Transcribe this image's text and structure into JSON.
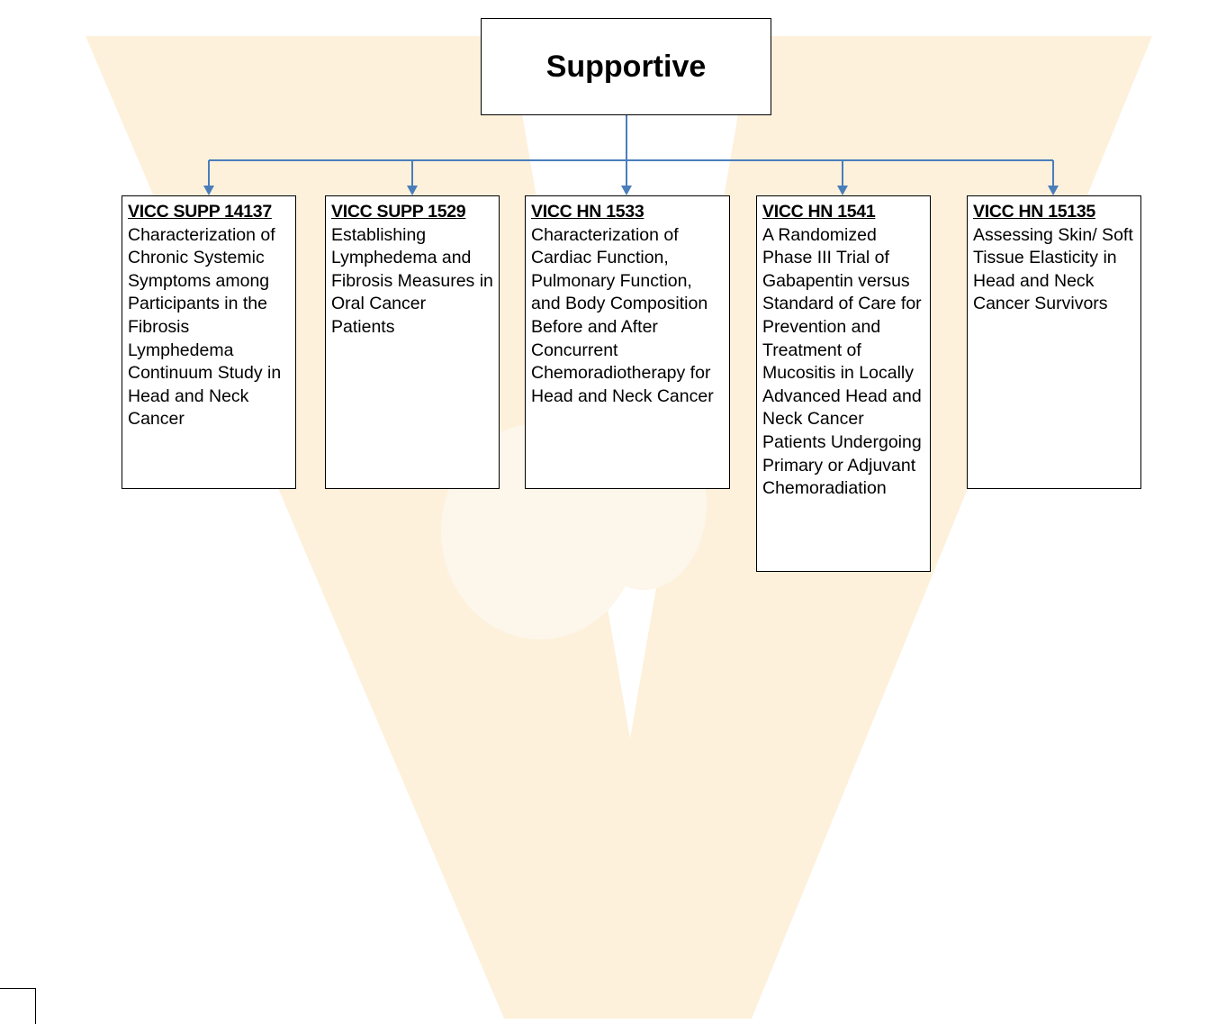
{
  "diagram": {
    "root": {
      "title": "Supportive"
    },
    "trials": [
      {
        "id": "VICC SUPP 14137",
        "description": "Characterization of Chronic Systemic Symptoms among Participants in the Fibrosis Lymphedema Continuum Study in Head and Neck Cancer"
      },
      {
        "id": "VICC SUPP 1529",
        "description": "Establishing Lymphedema and Fibrosis Measures in Oral Cancer Patients"
      },
      {
        "id": "VICC HN 1533",
        "description": "Characterization of Cardiac Function, Pulmonary Function, and Body Composition Before and After Concurrent Chemoradiotherapy for Head and Neck Cancer"
      },
      {
        "id": "VICC HN 1541",
        "description": "A Randomized Phase III Trial of Gabapentin versus Standard of Care for Prevention and Treatment of Mucositis in Locally Advanced Head and Neck Cancer Patients Undergoing Primary or Adjuvant Chemoradiation"
      },
      {
        "id": "VICC HN 15135",
        "description": "Assessing Skin/ Soft Tissue Elasticity in Head and Neck Cancer Survivors"
      }
    ]
  },
  "colors": {
    "connector": "#4a7ebb",
    "watermark": "#fdf1dc",
    "border": "#000000"
  }
}
